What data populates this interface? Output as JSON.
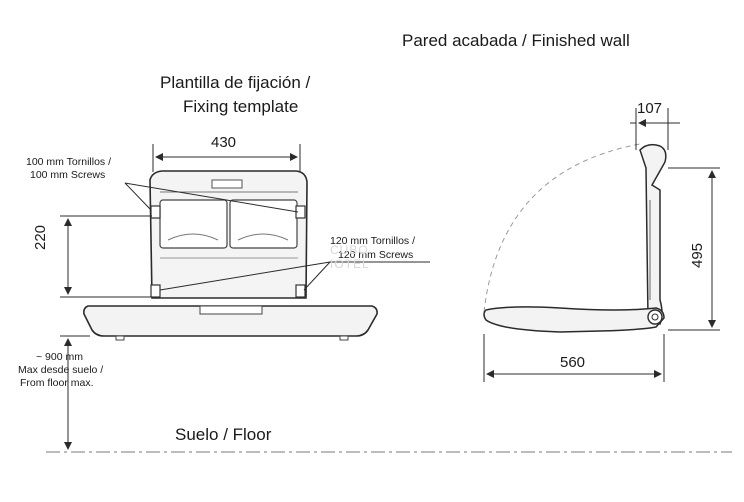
{
  "header": {
    "wall_label": "Pared acabada / Finished wall"
  },
  "template_label": {
    "line1": "Plantilla de fijación /",
    "line2": "Fixing template"
  },
  "dimensions": {
    "width": "430",
    "height_220": "220",
    "depth_107": "107",
    "height_495": "495",
    "width_560": "560"
  },
  "screws_upper": {
    "line1": "100 mm Tornillos /",
    "line2": "100 mm Screws"
  },
  "screws_lower": {
    "line1": "120 mm Tornillos /",
    "line2": "120 mm Screws"
  },
  "floor_note": {
    "line1": "~ 900 mm",
    "line2": "Max desde suelo /",
    "line3": "From floor max."
  },
  "floor_label": "Suelo / Floor",
  "watermark": "CUBO IOTEL",
  "colors": {
    "line": "#2b2b2b",
    "light_line": "#8a8a8a",
    "fill": "#f2f2f2"
  }
}
